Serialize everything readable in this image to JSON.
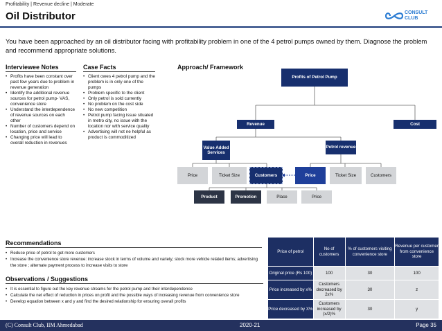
{
  "header": {
    "tagline": "Profitability | Revenue decline | Moderate",
    "title": "Oil Distributor",
    "logo": {
      "line1": "CONSULT",
      "line2": "CLUB"
    }
  },
  "intro": "You have been approached by an oil distributor facing with profitability problem in one of the 4 petrol pumps owned by them. Diagnose the problem and recommend appropriate solutions.",
  "interviewee_notes": {
    "heading": "Interviewee Notes",
    "items": [
      "Profits have been constant over past few years due to problem in revenue generation",
      "Identify the additional revenue sources for petrol pump- VAS, convenience store",
      "Understand the interdependence of revenue sources on each other",
      "Number of customers depend on location, price and service",
      "Changing price will lead to overall reduction in revenues"
    ]
  },
  "case_facts": {
    "heading": "Case Facts",
    "items": [
      "Client owes 4 petrol pump and the problem is in only one of the pumps",
      "Problem specific to the client",
      "Only petrol is sold currently",
      "No problem on the cost side",
      "No new competition",
      "Petrol pump facing issue situated in metro city, no issue with the location nor with service quality",
      "Advertising will not ne helpful as product is commoditized"
    ]
  },
  "framework": {
    "heading": "Approach/ Framework",
    "root": "Profits of Petrol Pump",
    "revenue": "Revenue",
    "cost": "Cost",
    "vas": "Value Added Services",
    "petrol_revenue": "Petrol revenue",
    "vas_children": [
      "Price",
      "Ticket Size",
      "Customers"
    ],
    "petrol_children": [
      "Price",
      "Ticket Size",
      "Customers"
    ],
    "customer_children": [
      "Product",
      "Promotion",
      "Place",
      "Price"
    ]
  },
  "recommendations": {
    "heading": "Recommendations",
    "items": [
      "Reduce price of petrol to get more customers",
      "Increase the convenience store revenue: increase stock in terms of volume and variety; stock more vehicle related items; advertising the store ; alternate payment process to increase visits to store"
    ]
  },
  "observations": {
    "heading": "Observations / Suggestions",
    "items": [
      "It is essential to figure out the key revenue streams for the petrol pump and their interdependence",
      "Calculate the net effect of reduction in prices on profit and the possible ways of increasing revenue from convenience store",
      "Develop equation between x and y and find the desired relationship for ensuring overall profits"
    ]
  },
  "table": {
    "headers": [
      "Price of petrol",
      "No of customers",
      "% of customers visiting convenience store",
      "Revenue per customer from convenience store"
    ],
    "rows": [
      [
        "Original price (Rs 100)",
        "100",
        "30",
        "100"
      ],
      [
        "Price increased by x%",
        "Customers decreased by 2x%",
        "30",
        "z"
      ],
      [
        "Price decreased by X%",
        "Customers increased by (x/2)%",
        "30",
        "y"
      ]
    ]
  },
  "footer": {
    "left": "(C) Consult Club, IIM Ahmedabad",
    "center": "2020-21",
    "right": "Page 35"
  },
  "colors": {
    "navy": "#172f6e",
    "blue": "#1f3f9a",
    "grey_box": "#d3d5d8",
    "table_header": "#1d2f63",
    "footer": "#24315e",
    "logo_blue": "#2b7cd3"
  }
}
